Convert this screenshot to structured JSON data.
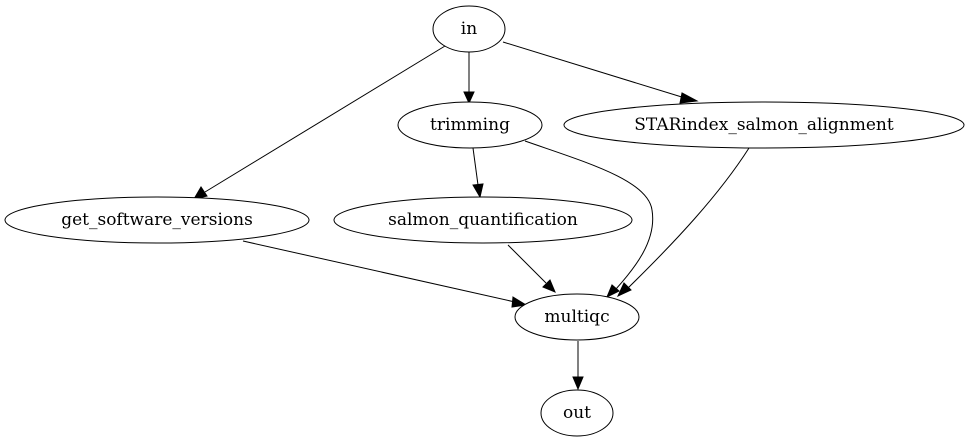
{
  "diagram": {
    "nodes": {
      "in": "in",
      "trimming": "trimming",
      "star": "STARindex_salmon_alignment",
      "software": "get_software_versions",
      "salmon": "salmon_quantification",
      "multiqc": "multiqc",
      "out": "out"
    },
    "edges": [
      {
        "from": "in",
        "to": "trimming"
      },
      {
        "from": "in",
        "to": "STARindex_salmon_alignment"
      },
      {
        "from": "in",
        "to": "get_software_versions"
      },
      {
        "from": "trimming",
        "to": "salmon_quantification"
      },
      {
        "from": "trimming",
        "to": "multiqc"
      },
      {
        "from": "STARindex_salmon_alignment",
        "to": "multiqc"
      },
      {
        "from": "get_software_versions",
        "to": "multiqc"
      },
      {
        "from": "salmon_quantification",
        "to": "multiqc"
      },
      {
        "from": "multiqc",
        "to": "out"
      }
    ]
  }
}
